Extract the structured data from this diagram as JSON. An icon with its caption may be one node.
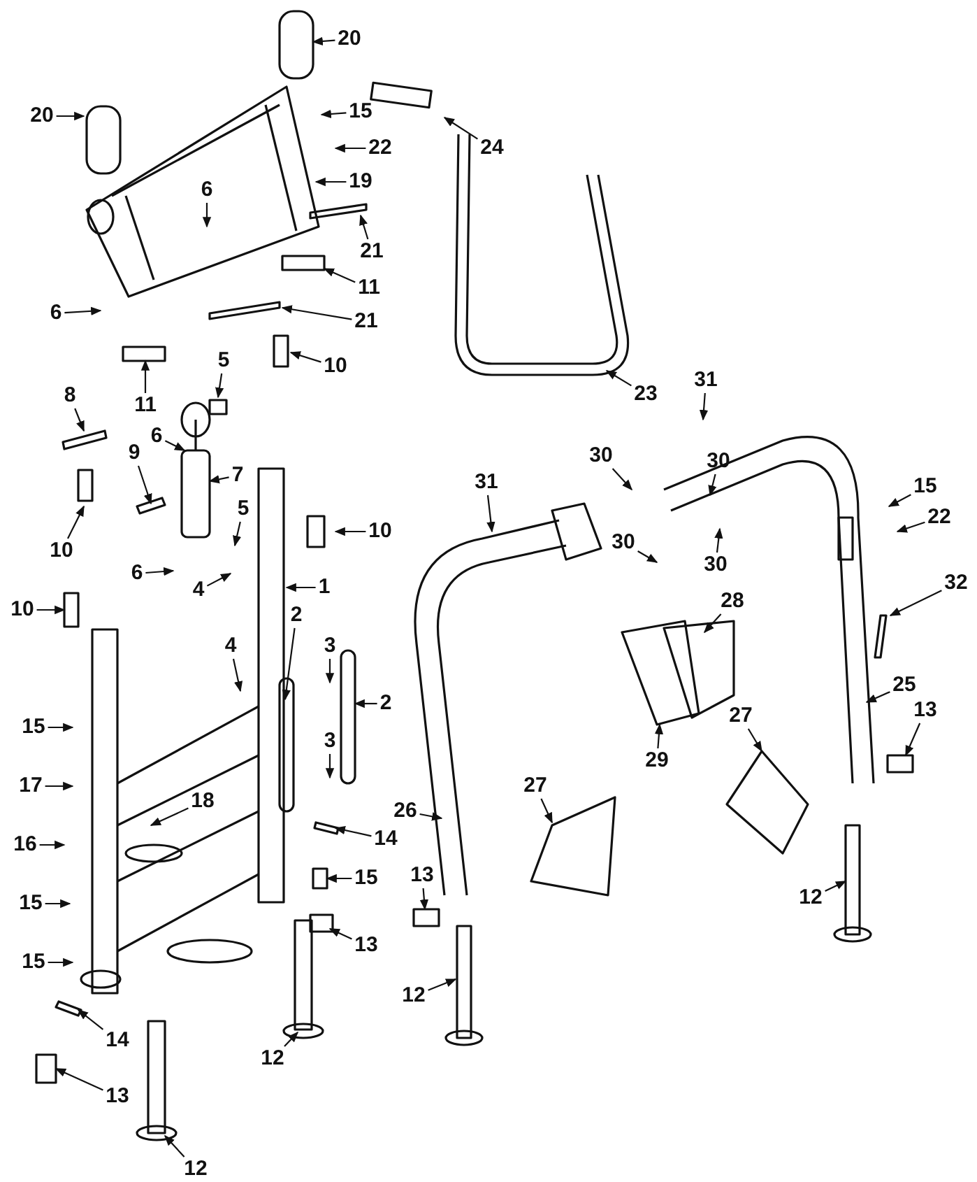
{
  "diagram": {
    "nodes": [
      {
        "text": [
          "20"
        ]
      },
      {
        "text": [
          "20"
        ]
      },
      {
        "text": [
          "15"
        ]
      },
      {
        "text": [
          "24"
        ]
      },
      {
        "text": [
          "22"
        ]
      },
      {
        "text": [
          "19"
        ]
      },
      {
        "text": [
          "6"
        ]
      },
      {
        "text": [
          "21"
        ]
      },
      {
        "text": [
          "11"
        ]
      },
      {
        "text": [
          "21"
        ]
      },
      {
        "text": [
          "10"
        ]
      },
      {
        "text": [
          "6"
        ]
      },
      {
        "text": [
          "11"
        ]
      },
      {
        "text": [
          "5"
        ]
      },
      {
        "text": [
          "23"
        ]
      },
      {
        "text": [
          "31"
        ]
      },
      {
        "text": [
          "6"
        ]
      },
      {
        "text": [
          "8"
        ]
      },
      {
        "text": [
          "30"
        ]
      },
      {
        "text": [
          "9"
        ]
      },
      {
        "text": [
          "31"
        ]
      },
      {
        "text": [
          "30"
        ]
      },
      {
        "text": [
          "7"
        ]
      },
      {
        "text": [
          "15"
        ]
      },
      {
        "text": [
          "5"
        ]
      },
      {
        "text": [
          "30"
        ]
      },
      {
        "text": [
          "22"
        ]
      },
      {
        "text": [
          "10"
        ]
      },
      {
        "text": [
          "10"
        ]
      },
      {
        "text": [
          "30"
        ]
      },
      {
        "text": [
          "6"
        ]
      },
      {
        "text": [
          "32"
        ]
      },
      {
        "text": [
          "28"
        ]
      },
      {
        "text": [
          "4"
        ]
      },
      {
        "text": [
          "1"
        ]
      },
      {
        "text": [
          "10"
        ]
      },
      {
        "text": [
          "2"
        ]
      },
      {
        "text": [
          "4"
        ]
      },
      {
        "text": [
          "25"
        ]
      },
      {
        "text": [
          "2"
        ]
      },
      {
        "text": [
          "3"
        ]
      },
      {
        "text": [
          "27"
        ]
      },
      {
        "text": [
          "13"
        ]
      },
      {
        "text": [
          "29"
        ]
      },
      {
        "text": [
          "3"
        ]
      },
      {
        "text": [
          "15"
        ]
      },
      {
        "text": [
          "27"
        ]
      },
      {
        "text": [
          "17"
        ]
      },
      {
        "text": [
          "18"
        ]
      },
      {
        "text": [
          "26"
        ]
      },
      {
        "text": [
          "16"
        ]
      },
      {
        "text": [
          "14"
        ]
      },
      {
        "text": [
          "15"
        ]
      },
      {
        "text": [
          "12"
        ]
      },
      {
        "text": [
          "13"
        ]
      },
      {
        "text": [
          "13"
        ]
      },
      {
        "text": [
          "15"
        ]
      },
      {
        "text": [
          "15"
        ]
      },
      {
        "text": [
          "12"
        ]
      },
      {
        "text": [
          "14"
        ]
      },
      {
        "text": [
          "12"
        ]
      },
      {
        "text": [
          "13"
        ]
      },
      {
        "text": [
          "12"
        ]
      }
    ],
    "edges": [
      {
        "from": 0,
        "to": null,
        "arrow": "to"
      },
      {
        "from": 1,
        "to": null,
        "arrow": "to"
      },
      {
        "from": 2,
        "to": null,
        "arrow": "to"
      },
      {
        "from": 3,
        "to": null,
        "arrow": "to"
      },
      {
        "from": 4,
        "to": null,
        "arrow": "to"
      },
      {
        "from": 5,
        "to": null,
        "arrow": "to"
      },
      {
        "from": 6,
        "to": null,
        "arrow": "to"
      },
      {
        "from": 7,
        "to": null,
        "arrow": "to"
      },
      {
        "from": 8,
        "to": null,
        "arrow": "to"
      },
      {
        "from": 9,
        "to": null,
        "arrow": "to"
      },
      {
        "from": 10,
        "to": null,
        "arrow": "to"
      },
      {
        "from": 11,
        "to": null,
        "arrow": "to"
      },
      {
        "from": 12,
        "to": null,
        "arrow": "to"
      },
      {
        "from": 13,
        "to": null,
        "arrow": "to"
      },
      {
        "from": 14,
        "to": null,
        "arrow": "to"
      },
      {
        "from": 15,
        "to": null,
        "arrow": "to"
      },
      {
        "from": 16,
        "to": null,
        "arrow": "to"
      },
      {
        "from": 17,
        "to": null,
        "arrow": "to"
      },
      {
        "from": 18,
        "to": null,
        "arrow": "to"
      },
      {
        "from": 19,
        "to": null,
        "arrow": "to"
      },
      {
        "from": 20,
        "to": null,
        "arrow": "to"
      },
      {
        "from": 21,
        "to": null,
        "arrow": "to"
      },
      {
        "from": 22,
        "to": null,
        "arrow": "to"
      },
      {
        "from": 23,
        "to": null,
        "arrow": "to"
      },
      {
        "from": 24,
        "to": null,
        "arrow": "to"
      },
      {
        "from": 25,
        "to": null,
        "arrow": "to"
      },
      {
        "from": 26,
        "to": null,
        "arrow": "to"
      },
      {
        "from": 27,
        "to": null,
        "arrow": "to"
      },
      {
        "from": 28,
        "to": null,
        "arrow": "to"
      },
      {
        "from": 29,
        "to": null,
        "arrow": "to"
      },
      {
        "from": 30,
        "to": null,
        "arrow": "to"
      },
      {
        "from": 31,
        "to": null,
        "arrow": "to"
      },
      {
        "from": 32,
        "to": null,
        "arrow": "to"
      },
      {
        "from": 33,
        "to": null,
        "arrow": "to"
      },
      {
        "from": 34,
        "to": null,
        "arrow": "to"
      },
      {
        "from": 35,
        "to": null,
        "arrow": "to"
      },
      {
        "from": 36,
        "to": null,
        "arrow": "to"
      },
      {
        "from": 37,
        "to": null,
        "arrow": "to"
      },
      {
        "from": 38,
        "to": null,
        "arrow": "to"
      },
      {
        "from": 39,
        "to": null,
        "arrow": "to"
      },
      {
        "from": 40,
        "to": null,
        "arrow": "to"
      },
      {
        "from": 41,
        "to": null,
        "arrow": "to"
      },
      {
        "from": 42,
        "to": null,
        "arrow": "to"
      },
      {
        "from": 43,
        "to": null,
        "arrow": "to"
      },
      {
        "from": 44,
        "to": null,
        "arrow": "to"
      },
      {
        "from": 45,
        "to": null,
        "arrow": "to"
      },
      {
        "from": 46,
        "to": null,
        "arrow": "to"
      },
      {
        "from": 47,
        "to": null,
        "arrow": "to"
      },
      {
        "from": 48,
        "to": null,
        "arrow": "to"
      },
      {
        "from": 49,
        "to": null,
        "arrow": "to"
      },
      {
        "from": 50,
        "to": null,
        "arrow": "to"
      },
      {
        "from": 51,
        "to": null,
        "arrow": "to"
      },
      {
        "from": 52,
        "to": null,
        "arrow": "to"
      },
      {
        "from": 53,
        "to": null,
        "arrow": "to"
      },
      {
        "from": 54,
        "to": null,
        "arrow": "to"
      },
      {
        "from": 55,
        "to": null,
        "arrow": "to"
      },
      {
        "from": 56,
        "to": null,
        "arrow": "to"
      },
      {
        "from": 57,
        "to": null,
        "arrow": "to"
      },
      {
        "from": 58,
        "to": null,
        "arrow": "to"
      },
      {
        "from": 59,
        "to": null,
        "arrow": "to"
      },
      {
        "from": 60,
        "to": null,
        "arrow": "to"
      },
      {
        "from": 61,
        "to": null,
        "arrow": "to"
      },
      {
        "from": 62,
        "to": null,
        "arrow": "to"
      }
    ]
  }
}
